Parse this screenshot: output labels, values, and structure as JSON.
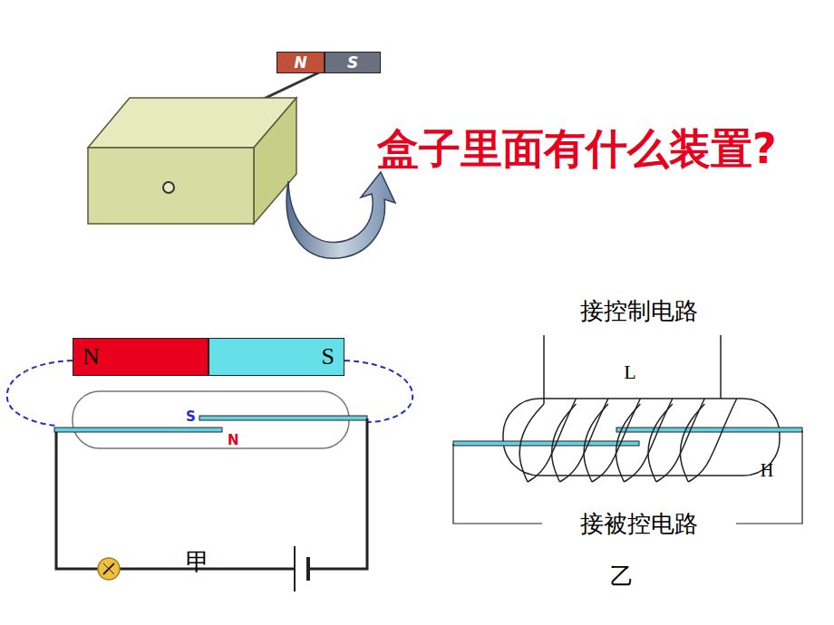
{
  "diagram": {
    "title": "盒子里面有什么装置?",
    "nodes": [
      {
        "text": [
          "N"
        ]
      },
      {
        "text": [
          "S"
        ]
      },
      {
        "text": [
          "N"
        ]
      },
      {
        "text": [
          "S"
        ]
      }
    ],
    "labels": [
      "S",
      "N",
      "甲",
      "接控制电路",
      "L",
      "H",
      "接被控电路",
      "乙"
    ]
  }
}
